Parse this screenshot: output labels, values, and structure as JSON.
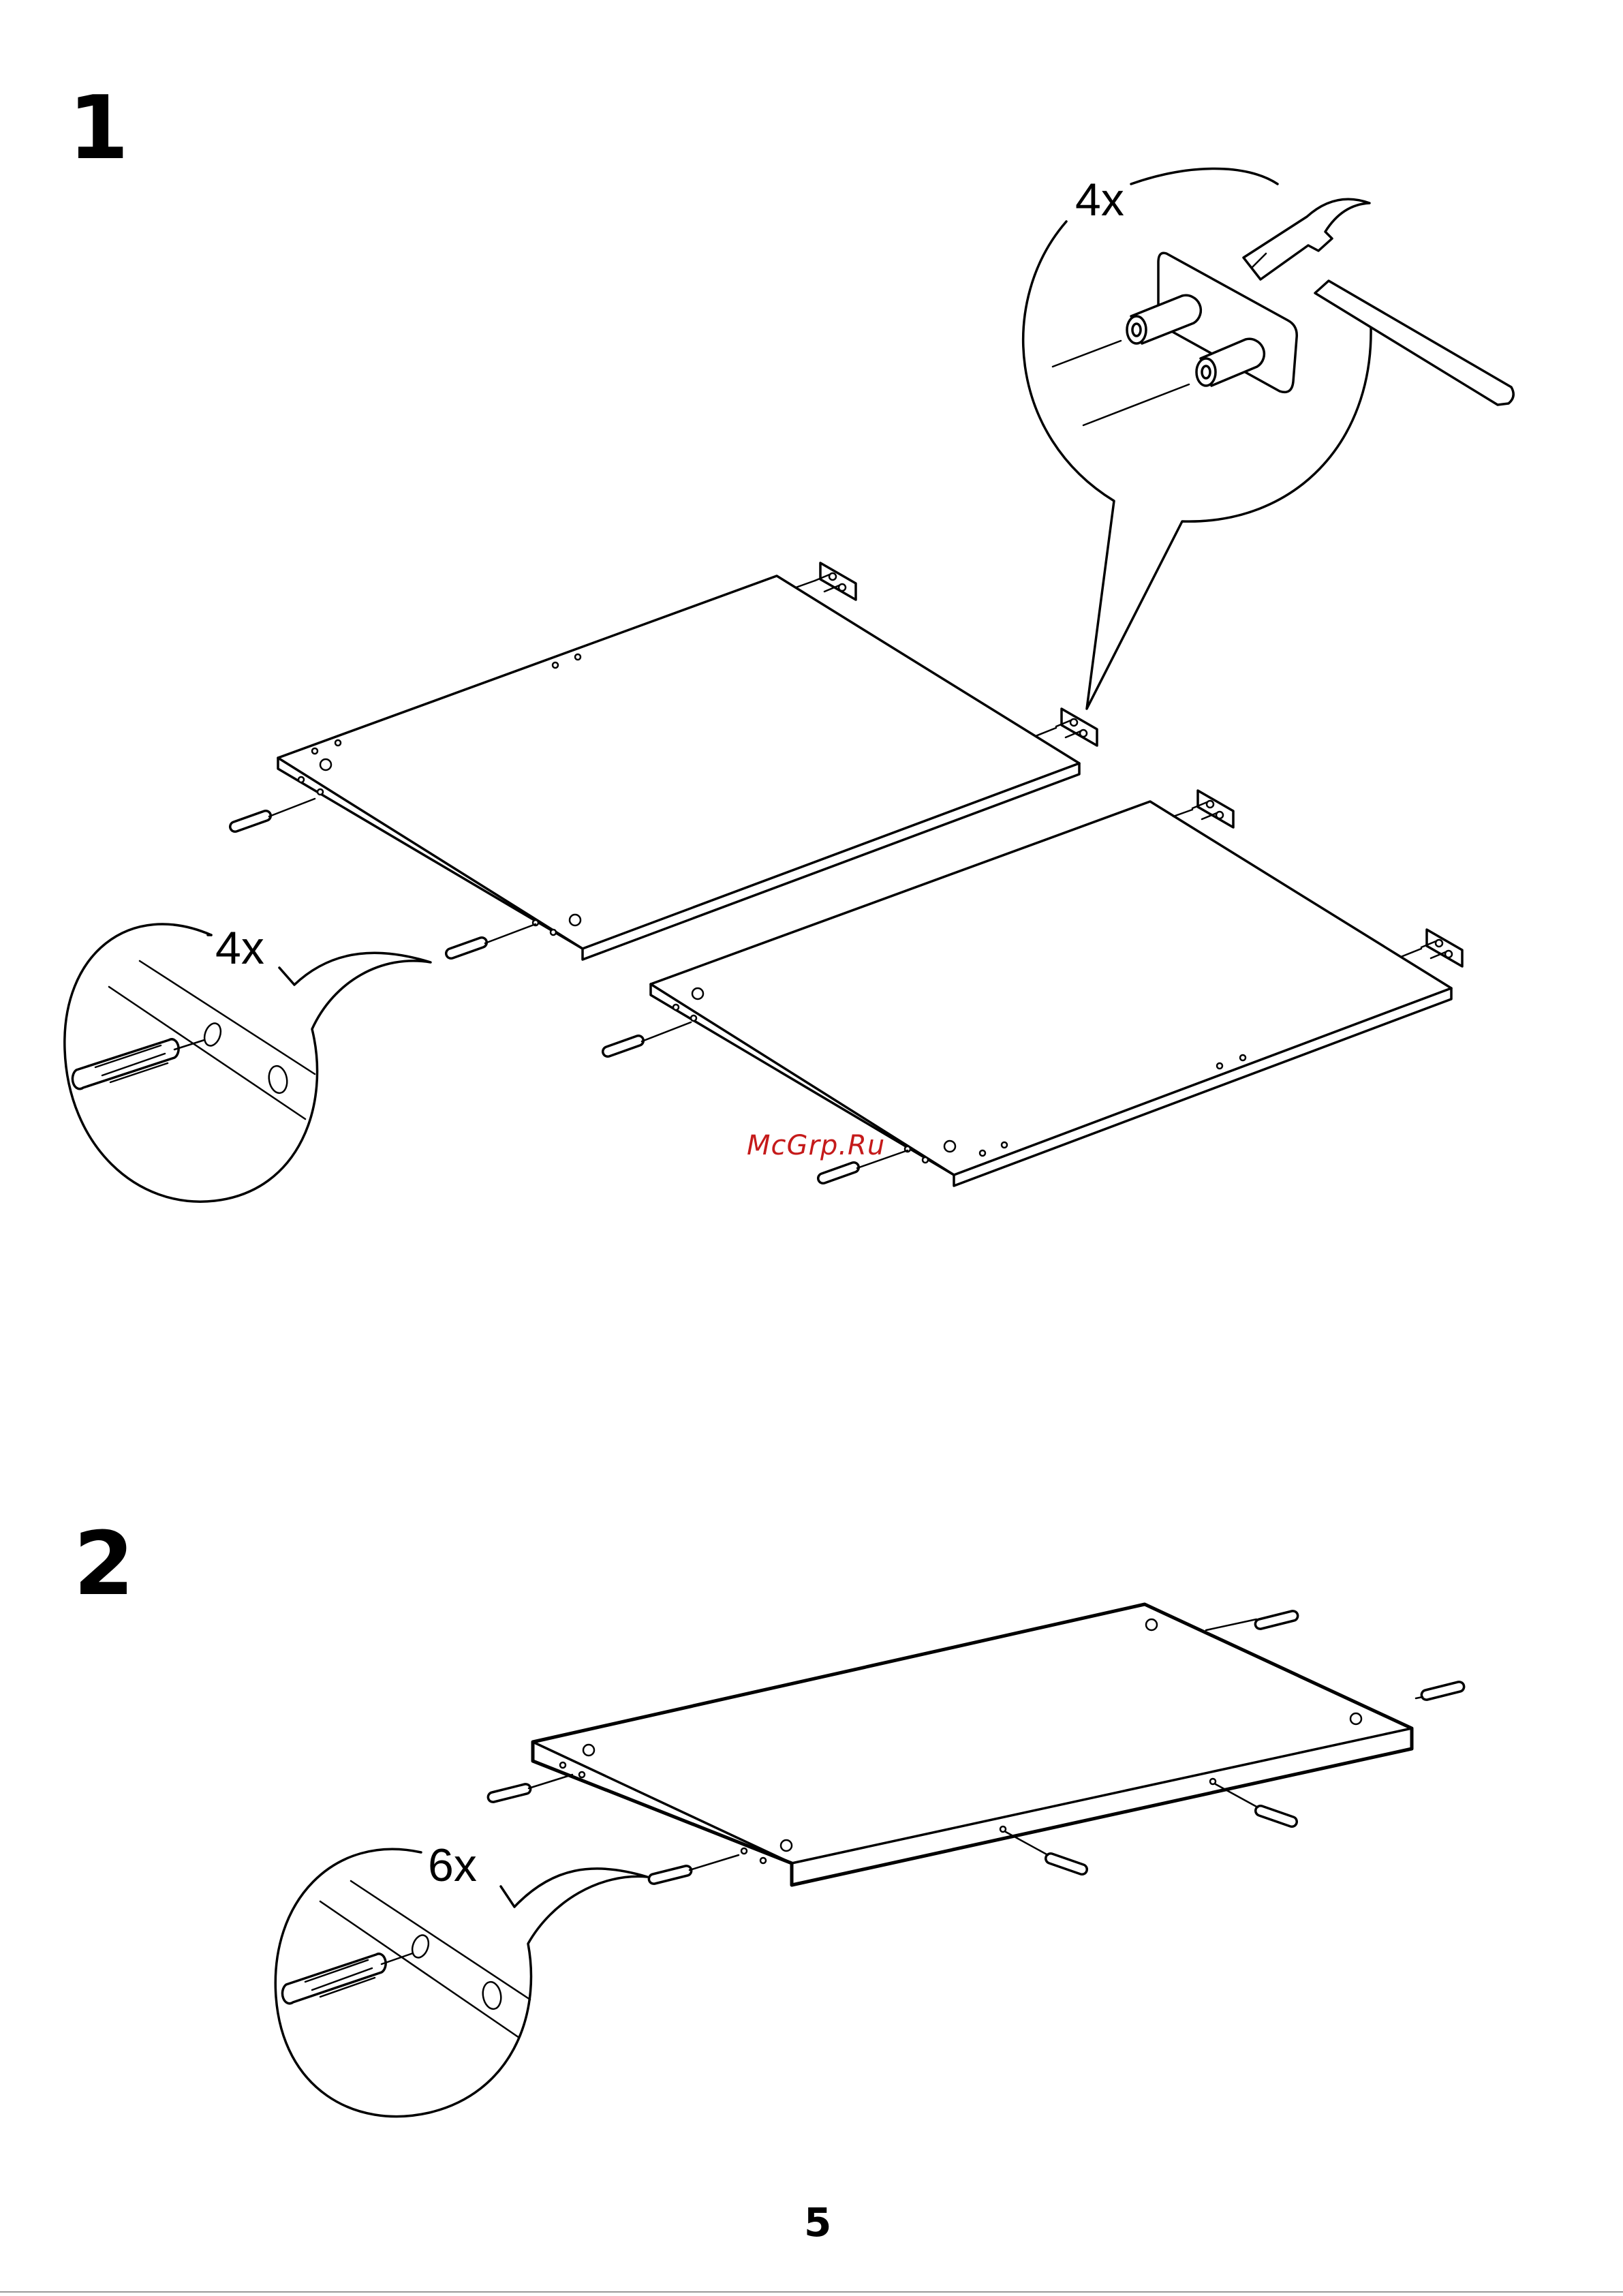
{
  "steps": [
    {
      "number": "1",
      "callouts": [
        {
          "quantity": "4x",
          "part": "hardware-plate"
        },
        {
          "quantity": "4x",
          "part": "wooden-dowel"
        }
      ]
    },
    {
      "number": "2",
      "callouts": [
        {
          "quantity": "6x",
          "part": "wooden-dowel"
        }
      ]
    }
  ],
  "tool_icon": "hammer-icon",
  "watermark": "McGrp.Ru",
  "page_number": "5"
}
